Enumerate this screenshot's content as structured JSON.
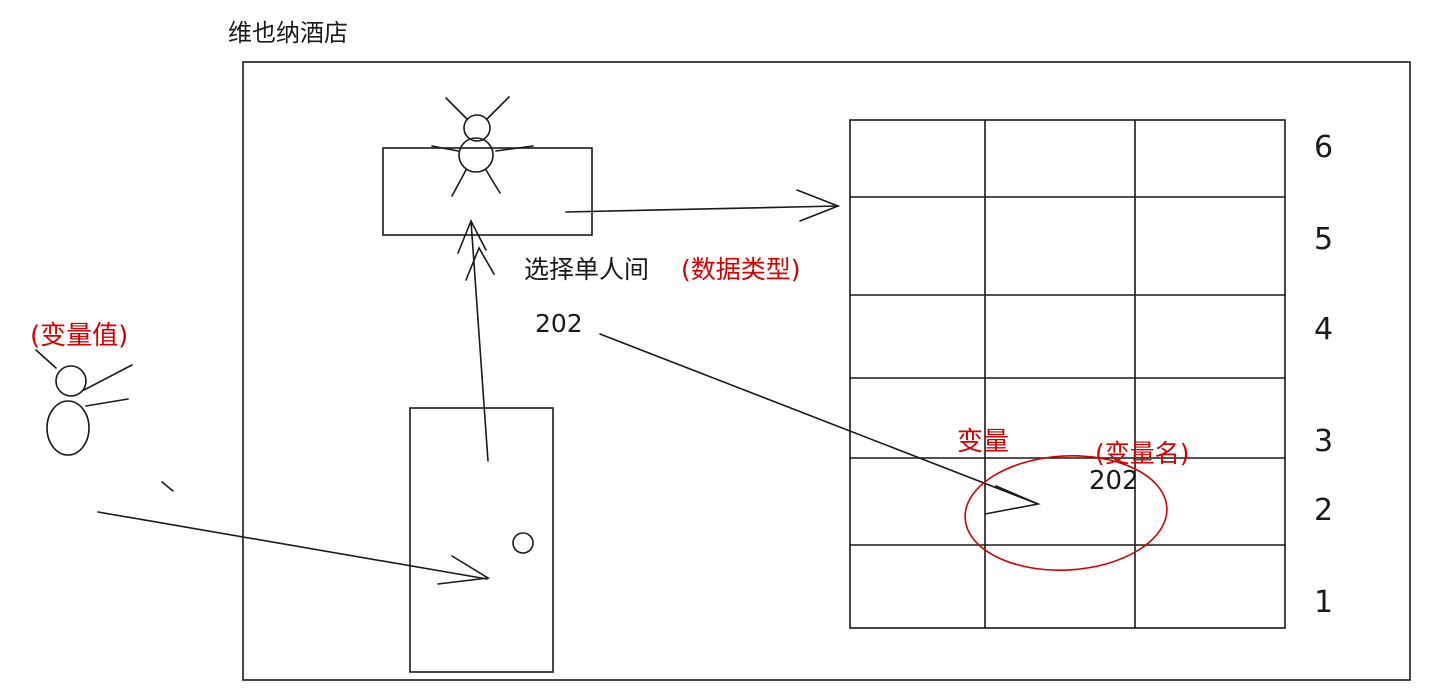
{
  "title": "维也纳酒店",
  "reception": {
    "action_label": "选择单人间",
    "type_label": "(数据类型)",
    "room_request": "202"
  },
  "room": {
    "variable_label": "变量",
    "variable_name_label": "(变量名)",
    "number": "202"
  },
  "guest": {
    "value_label": "(变量值)"
  },
  "floors": [
    "6",
    "5",
    "4",
    "3",
    "2",
    "1"
  ],
  "colors": {
    "annotation_red": "#d40000",
    "ink": "#1a1a1a"
  }
}
